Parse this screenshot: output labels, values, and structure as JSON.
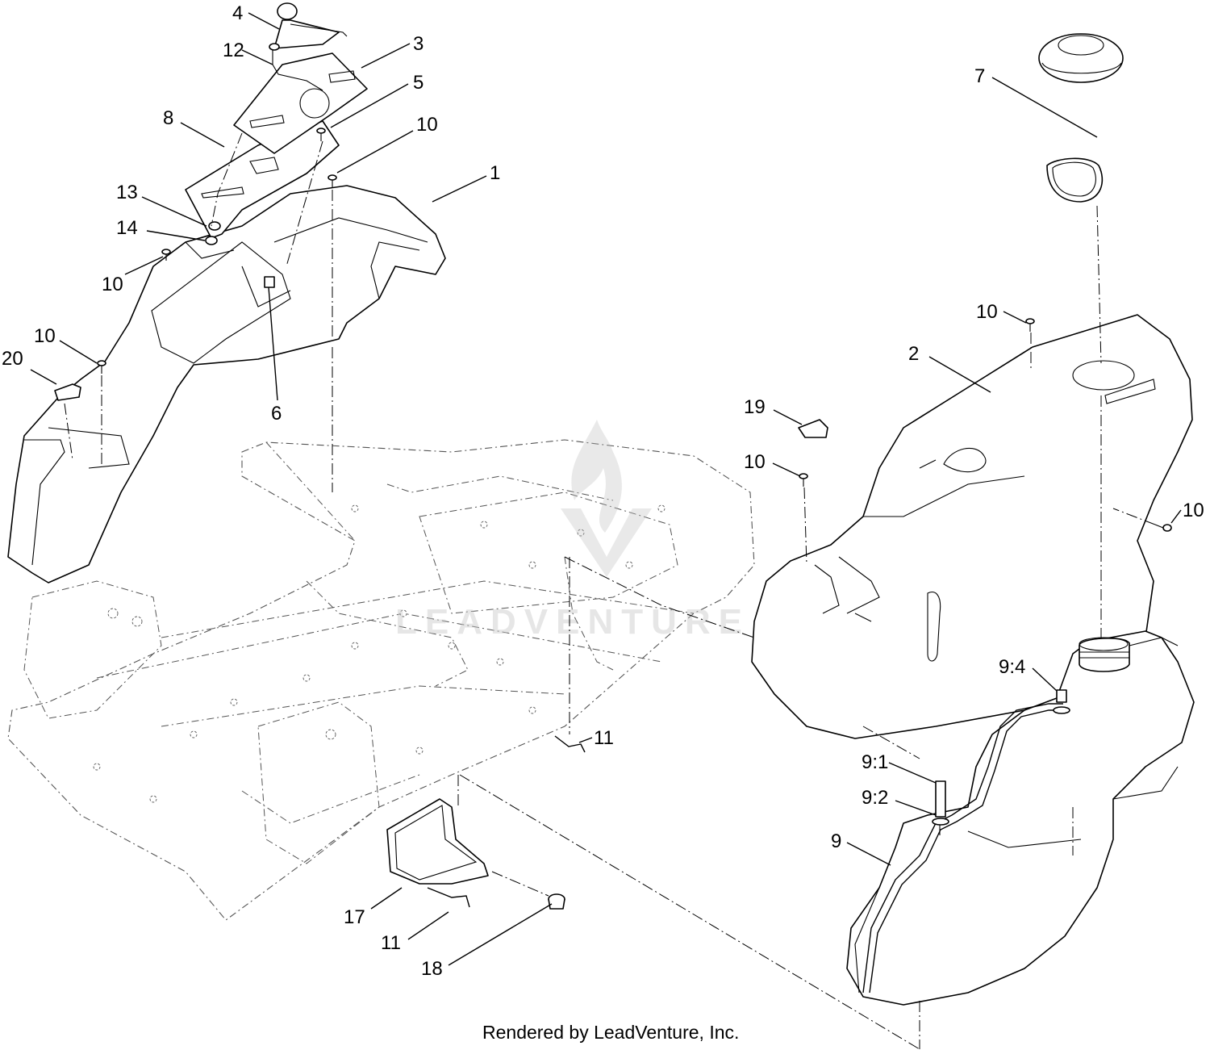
{
  "watermark": "LEADVENTURE",
  "footer": "Rendered by LeadVenture, Inc.",
  "callouts": [
    {
      "label": "1"
    },
    {
      "label": "2"
    },
    {
      "label": "3"
    },
    {
      "label": "4"
    },
    {
      "label": "5"
    },
    {
      "label": "6"
    },
    {
      "label": "7"
    },
    {
      "label": "8"
    },
    {
      "label": "9"
    },
    {
      "label": "9:1"
    },
    {
      "label": "9:2"
    },
    {
      "label": "9:4"
    },
    {
      "label": "10"
    },
    {
      "label": "10"
    },
    {
      "label": "10"
    },
    {
      "label": "10"
    },
    {
      "label": "10"
    },
    {
      "label": "10"
    },
    {
      "label": "11"
    },
    {
      "label": "11"
    },
    {
      "label": "12"
    },
    {
      "label": "13"
    },
    {
      "label": "14"
    },
    {
      "label": "17"
    },
    {
      "label": "18"
    },
    {
      "label": "19"
    },
    {
      "label": "20"
    }
  ]
}
